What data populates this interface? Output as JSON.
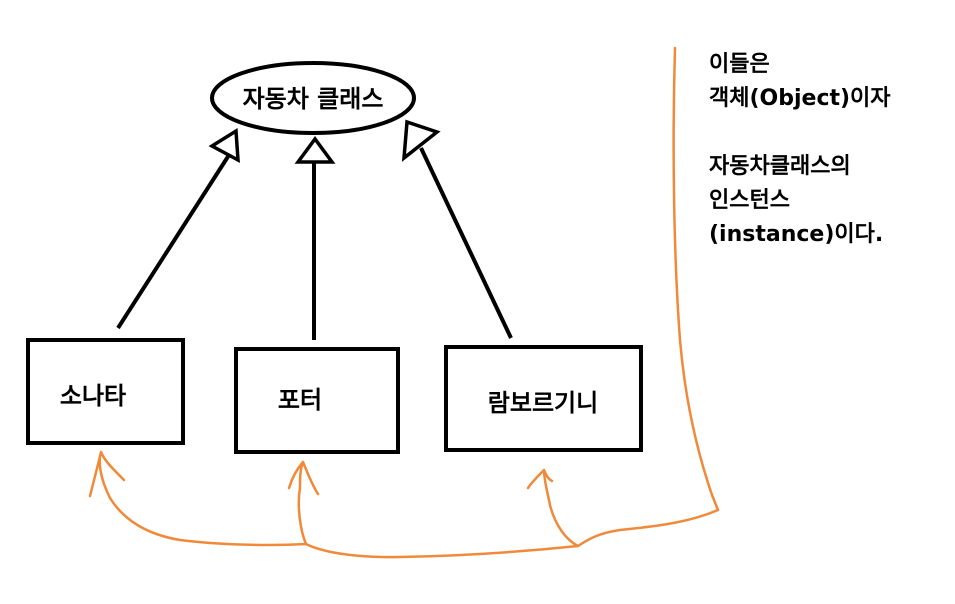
{
  "diagram": {
    "parent_class": {
      "label": "자동차 클래스"
    },
    "instances": [
      {
        "label": "소나타"
      },
      {
        "label": "포터"
      },
      {
        "label": "람보르기니"
      }
    ],
    "note": {
      "line1": "이들은",
      "line2": "객체(Object)이자",
      "line3": "자동차클래스의",
      "line4": "인스턴스",
      "line5": "(instance)이다."
    }
  },
  "colors": {
    "stroke": "#000000",
    "annotation": "#f08a3a",
    "background": "#ffffff"
  }
}
